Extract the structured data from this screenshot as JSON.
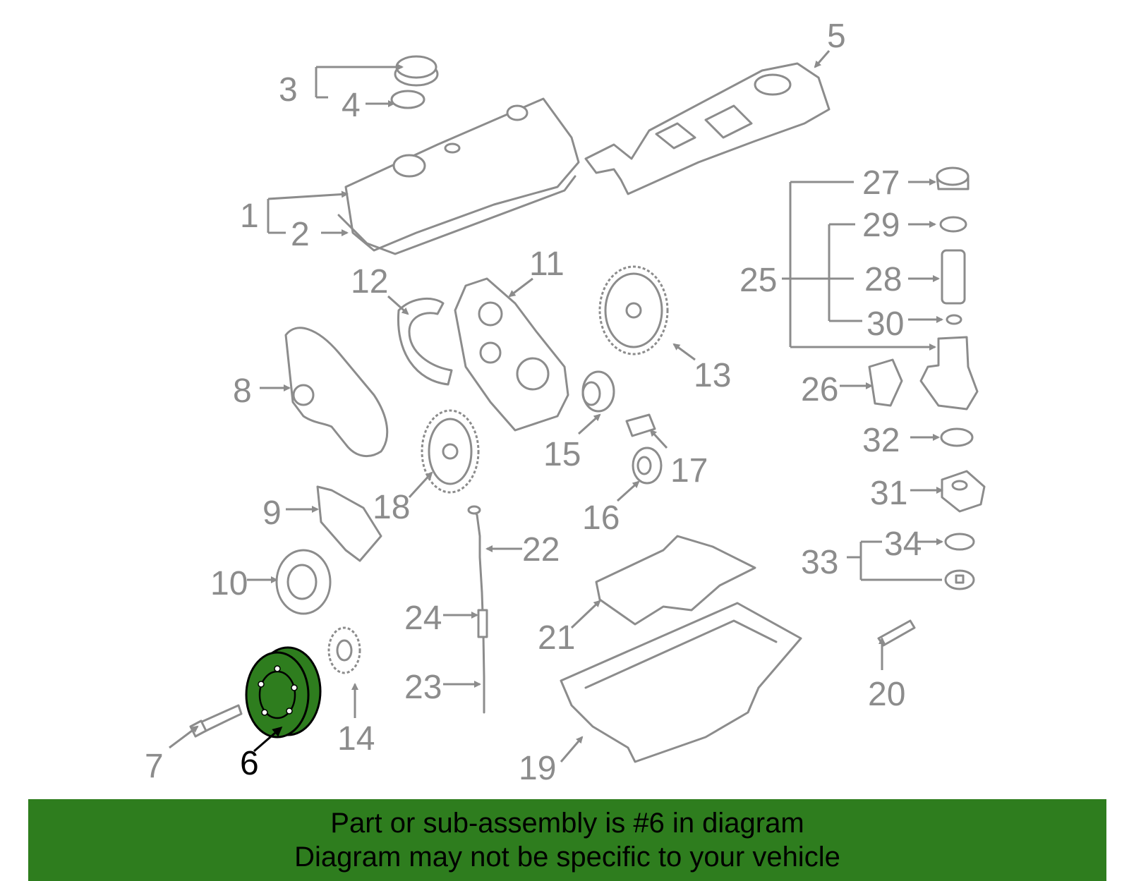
{
  "callouts": {
    "c1": "1",
    "c2": "2",
    "c3": "3",
    "c4": "4",
    "c5": "5",
    "c6": "6",
    "c7": "7",
    "c8": "8",
    "c9": "9",
    "c10": "10",
    "c11": "11",
    "c12": "12",
    "c13": "13",
    "c14": "14",
    "c15": "15",
    "c16": "16",
    "c17": "17",
    "c18": "18",
    "c19": "19",
    "c20": "20",
    "c21": "21",
    "c22": "22",
    "c23": "23",
    "c24": "24",
    "c25": "25",
    "c26": "26",
    "c27": "27",
    "c28": "28",
    "c29": "29",
    "c30": "30",
    "c31": "31",
    "c32": "32",
    "c33": "33",
    "c34": "34"
  },
  "highlighted_part": "6",
  "colors": {
    "highlight": "#2e7d1e",
    "line": "#8c8c8c",
    "banner": "#2e7d1e"
  },
  "banner": {
    "line1": "Part or sub-assembly is #6 in diagram",
    "line2": "Diagram may not be specific to your vehicle"
  }
}
